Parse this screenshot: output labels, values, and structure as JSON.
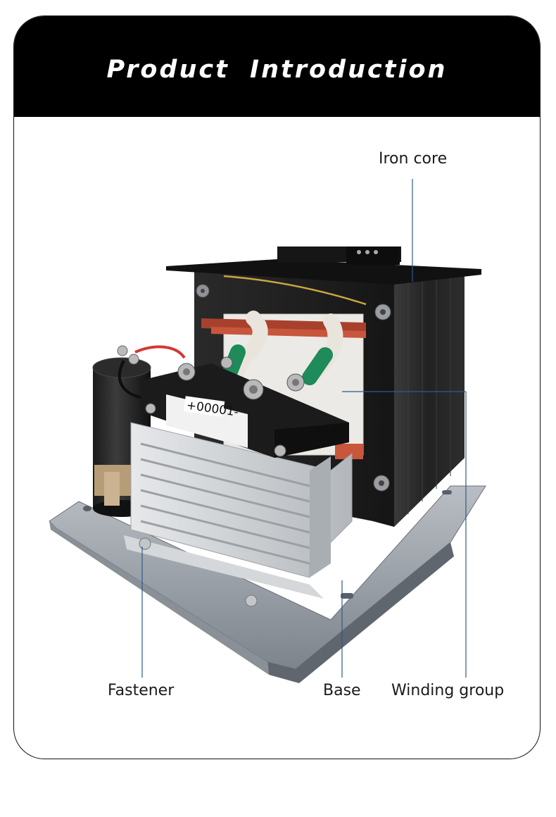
{
  "header": {
    "title": "Product Introduction"
  },
  "callouts": {
    "iron_core": "Iron core",
    "fastener": "Fastener",
    "base": "Base",
    "winding_group": "Winding group"
  },
  "module_label": "+00001-",
  "colors": {
    "header_bg": "#000000",
    "leader_line": "#2d5b8e",
    "winding_green": "#1f8a5a",
    "terminal_red": "#b8452f",
    "heatsink": "#c9ccd0",
    "core_dark": "#1c1c1c"
  }
}
